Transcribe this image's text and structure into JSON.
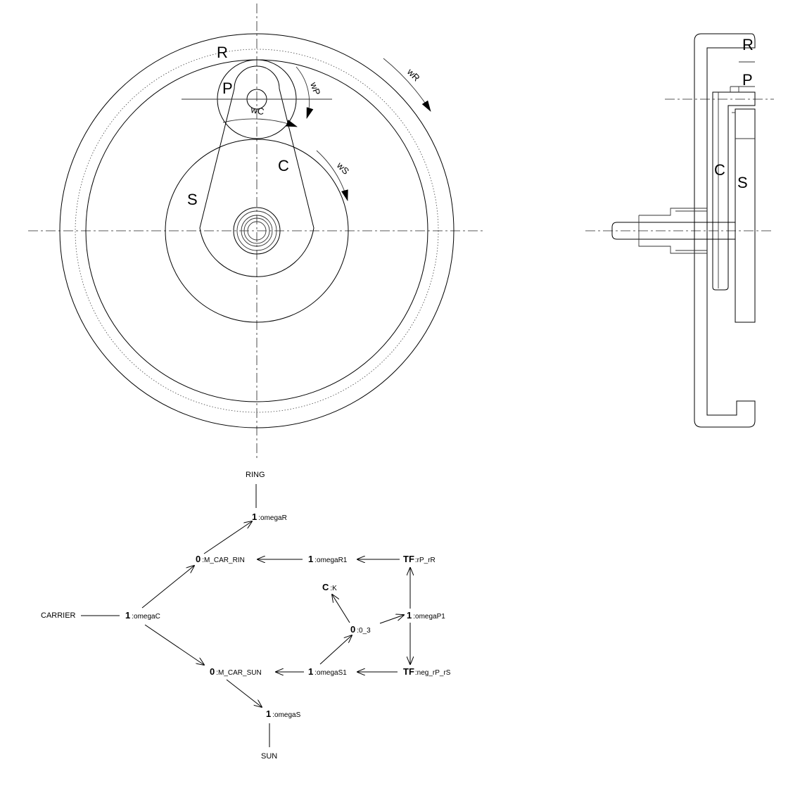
{
  "front_view": {
    "labels": {
      "ring": "R",
      "planet": "P",
      "carrier": "C",
      "sun": "S",
      "w_ring": "wR",
      "w_planet": "wP",
      "w_carrier": "wC",
      "w_sun": "wS"
    }
  },
  "side_view": {
    "labels": {
      "ring": "R",
      "planet": "P",
      "carrier": "C",
      "sun": "S"
    }
  },
  "bond_graph": {
    "terminals": {
      "ring": "RING",
      "carrier": "CARRIER",
      "sun": "SUN"
    },
    "nodes": {
      "omegaR": {
        "type": "1",
        "name": ":omegaR"
      },
      "m_car_rin": {
        "type": "0",
        "name": ":M_CAR_RIN"
      },
      "omegaR1": {
        "type": "1",
        "name": ":omegaR1"
      },
      "tf_r": {
        "type": "TF",
        "name": ":rP_rR"
      },
      "ck": {
        "type": "C",
        "name": ":K"
      },
      "omegaC": {
        "type": "1",
        "name": ":omegaC"
      },
      "zero_l3": {
        "type": "0",
        "name": ":0_3"
      },
      "omegaP1": {
        "type": "1",
        "name": ":omegaP1"
      },
      "m_car_sun": {
        "type": "0",
        "name": ":M_CAR_SUN"
      },
      "omegaS1": {
        "type": "1",
        "name": ":omegaS1"
      },
      "tf_s": {
        "type": "TF",
        "name": ":neg_rP_rS"
      },
      "omegaS": {
        "type": "1",
        "name": ":omegaS"
      }
    }
  }
}
